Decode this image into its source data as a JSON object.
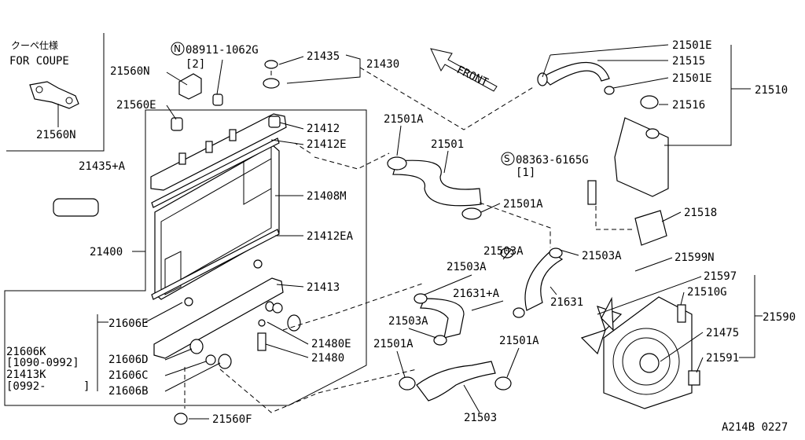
{
  "labels": {
    "coupe_jp": "クーペ仕様",
    "for_coupe": "FOR COUPE",
    "p21560n_coupe": "21560N",
    "p21560n": "21560N",
    "n08911": "08911-1062G",
    "n08911_qty": "[2]",
    "p21435": "21435",
    "p21430": "21430",
    "p21560e": "21560E",
    "p21412": "21412",
    "p21412e": "21412E",
    "p21435a": "21435+A",
    "p21408m": "21408M",
    "p21400": "21400",
    "p21412ea": "21412EA",
    "p21413": "21413",
    "p21606e": "21606E",
    "p21606k": "21606K",
    "range1": "[1090-0992]",
    "p21413k": "21413K",
    "range2": "[0992-",
    "range2_close": "]",
    "p21606d": "21606D",
    "p21606c": "21606C",
    "p21606b": "21606B",
    "p21480e": "21480E",
    "p21480": "21480",
    "p21560f": "21560F",
    "front": "FRONT",
    "p21501a_1": "21501A",
    "p21501": "21501",
    "p21501a_2": "21501A",
    "p21501e_1": "21501E",
    "p21515": "21515",
    "p21501e_2": "21501E",
    "p21510": "21510",
    "p21516": "21516",
    "s08363": "08363-6165G",
    "s08363_qty": "[1]",
    "p21518": "21518",
    "p21503a_1": "21503A",
    "p21503a_2": "21503A",
    "p21503a_3": "21503A",
    "p21631a": "21631+A",
    "p21631": "21631",
    "p21503a_4": "21503A",
    "p21501a_3": "21501A",
    "p21501a_4": "21501A",
    "p21503": "21503",
    "p21599n": "21599N",
    "p21597": "21597",
    "p21510g": "21510G",
    "p21590": "21590",
    "p21475": "21475",
    "p21591": "21591",
    "ref": "A214B 0227"
  },
  "symbols": {
    "n_circle": "N",
    "s_circle": "S"
  }
}
